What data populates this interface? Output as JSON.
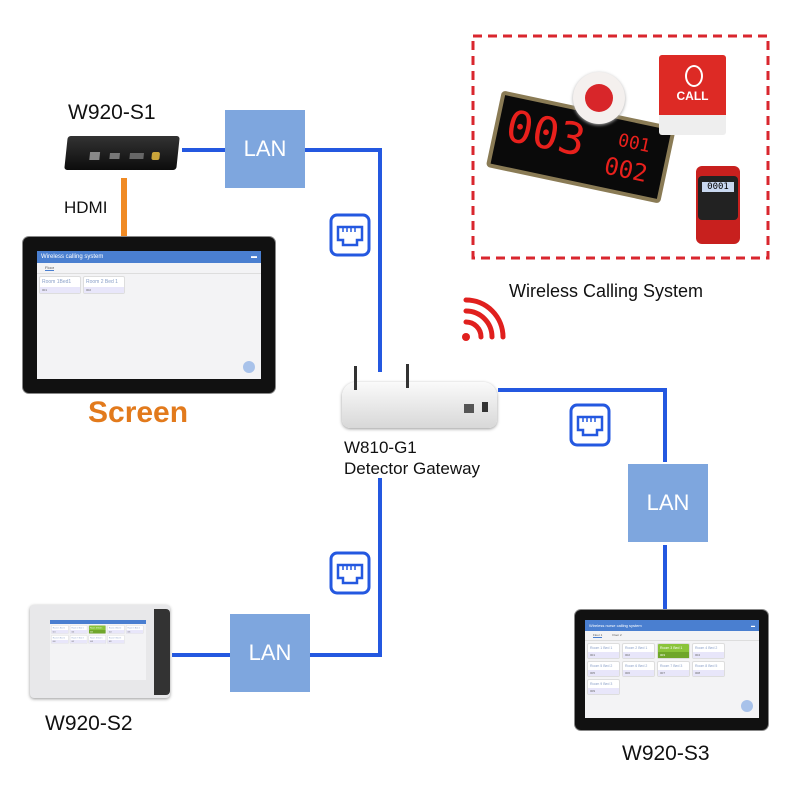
{
  "nodes": {
    "s1": {
      "label": "W920-S1"
    },
    "s2": {
      "label": "W920-S2"
    },
    "s3": {
      "label": "W920-S3"
    },
    "gateway": {
      "model": "W810-G1",
      "name": "Detector Gateway"
    },
    "screen": {
      "label": "Screen"
    },
    "wireless": {
      "label": "Wireless Calling System"
    }
  },
  "links": {
    "hdmi": "HDMI",
    "lan": "LAN"
  },
  "screen_s1_ui": {
    "title": "Wireless calling system",
    "tabs": [
      "Floor"
    ],
    "rooms": [
      {
        "name": "Room 1Bed1",
        "code": "001"
      },
      {
        "name": "Room 2 Bed 1",
        "code": "002"
      }
    ]
  },
  "screen_s3_ui": {
    "title": "Wireless nurse calling system",
    "tabs": [
      "Floor 1",
      "Floor 2"
    ],
    "rooms": [
      {
        "name": "Room 1 Bed 1",
        "code": "001"
      },
      {
        "name": "Room 2 Bed 1",
        "code": "002"
      },
      {
        "name": "Room 3 Bed 1",
        "code": "003",
        "alert": true
      },
      {
        "name": "Room 4 Bed 2",
        "code": "004"
      },
      {
        "name": "Room 5 Bed 2",
        "code": "005"
      },
      {
        "name": "Room 6 Bed 2",
        "code": "006"
      },
      {
        "name": "Room 7 Bed 3",
        "code": "007"
      },
      {
        "name": "Room 8 Bed 5",
        "code": "008"
      },
      {
        "name": "Room 9 Bed 3",
        "code": "009"
      }
    ]
  },
  "devices": {
    "led_display": {
      "main": "003",
      "sub1": "001",
      "sub2": "002"
    },
    "call_button": {
      "label": "CALL"
    },
    "watch": {
      "reading": "0001"
    }
  },
  "colors": {
    "lan_line": "#2458e0",
    "lan_box": "#7ea6de",
    "hdmi_line": "#f08a24",
    "screen_label": "#e27a1c",
    "wireless_box": "#d9262e",
    "alert_room": "#8ac43a"
  }
}
